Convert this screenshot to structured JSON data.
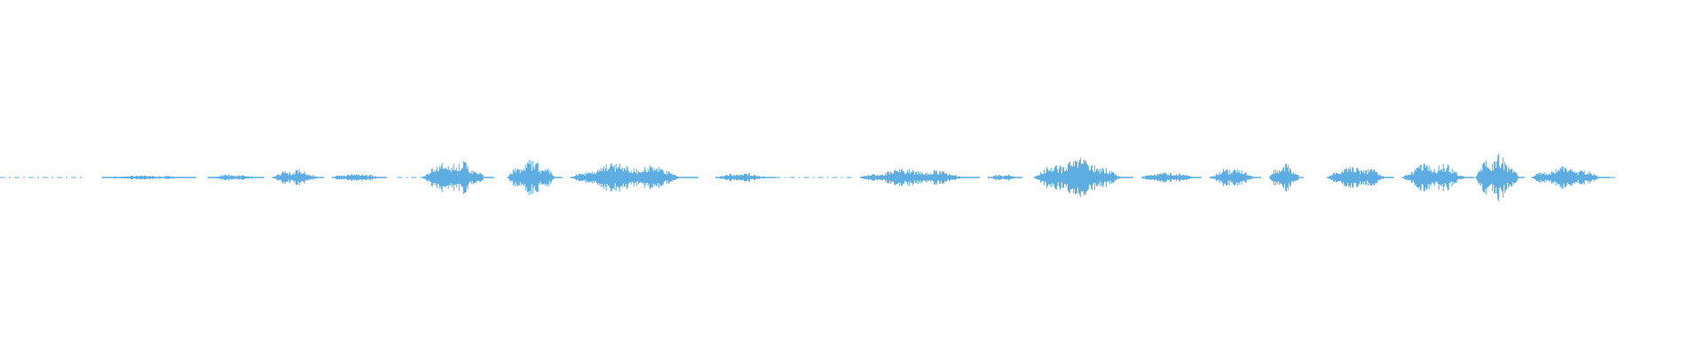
{
  "waveform": {
    "color": "#5dade2",
    "background": "#ffffff",
    "duration_fraction_with_audio": 0.95,
    "segments": [
      {
        "start": 0.0,
        "end": 0.05,
        "amp": 0.05,
        "kind": "dashed"
      },
      {
        "start": 0.06,
        "end": 0.115,
        "amp": 0.1,
        "kind": "solid"
      },
      {
        "start": 0.122,
        "end": 0.155,
        "amp": 0.14,
        "kind": "solid"
      },
      {
        "start": 0.16,
        "end": 0.19,
        "amp": 0.35,
        "kind": "solid"
      },
      {
        "start": 0.195,
        "end": 0.227,
        "amp": 0.2,
        "kind": "solid"
      },
      {
        "start": 0.233,
        "end": 0.25,
        "amp": 0.1,
        "kind": "dashed"
      },
      {
        "start": 0.248,
        "end": 0.29,
        "amp": 0.75,
        "kind": "solid"
      },
      {
        "start": 0.298,
        "end": 0.33,
        "amp": 0.8,
        "kind": "solid"
      },
      {
        "start": 0.335,
        "end": 0.41,
        "amp": 0.65,
        "kind": "solid"
      },
      {
        "start": 0.42,
        "end": 0.455,
        "amp": 0.2,
        "kind": "solid"
      },
      {
        "start": 0.455,
        "end": 0.5,
        "amp": 0.05,
        "kind": "dashed"
      },
      {
        "start": 0.505,
        "end": 0.575,
        "amp": 0.4,
        "kind": "solid"
      },
      {
        "start": 0.58,
        "end": 0.6,
        "amp": 0.15,
        "kind": "solid"
      },
      {
        "start": 0.607,
        "end": 0.665,
        "amp": 0.85,
        "kind": "solid"
      },
      {
        "start": 0.67,
        "end": 0.705,
        "amp": 0.25,
        "kind": "solid"
      },
      {
        "start": 0.71,
        "end": 0.74,
        "amp": 0.45,
        "kind": "solid"
      },
      {
        "start": 0.745,
        "end": 0.765,
        "amp": 0.6,
        "kind": "solid"
      },
      {
        "start": 0.779,
        "end": 0.818,
        "amp": 0.55,
        "kind": "solid"
      },
      {
        "start": 0.823,
        "end": 0.865,
        "amp": 0.65,
        "kind": "solid"
      },
      {
        "start": 0.866,
        "end": 0.895,
        "amp": 1.0,
        "kind": "solid"
      },
      {
        "start": 0.899,
        "end": 0.945,
        "amp": 0.5,
        "kind": "solid"
      },
      {
        "start": 0.945,
        "end": 0.95,
        "amp": 0.05,
        "kind": "dashed"
      }
    ]
  }
}
